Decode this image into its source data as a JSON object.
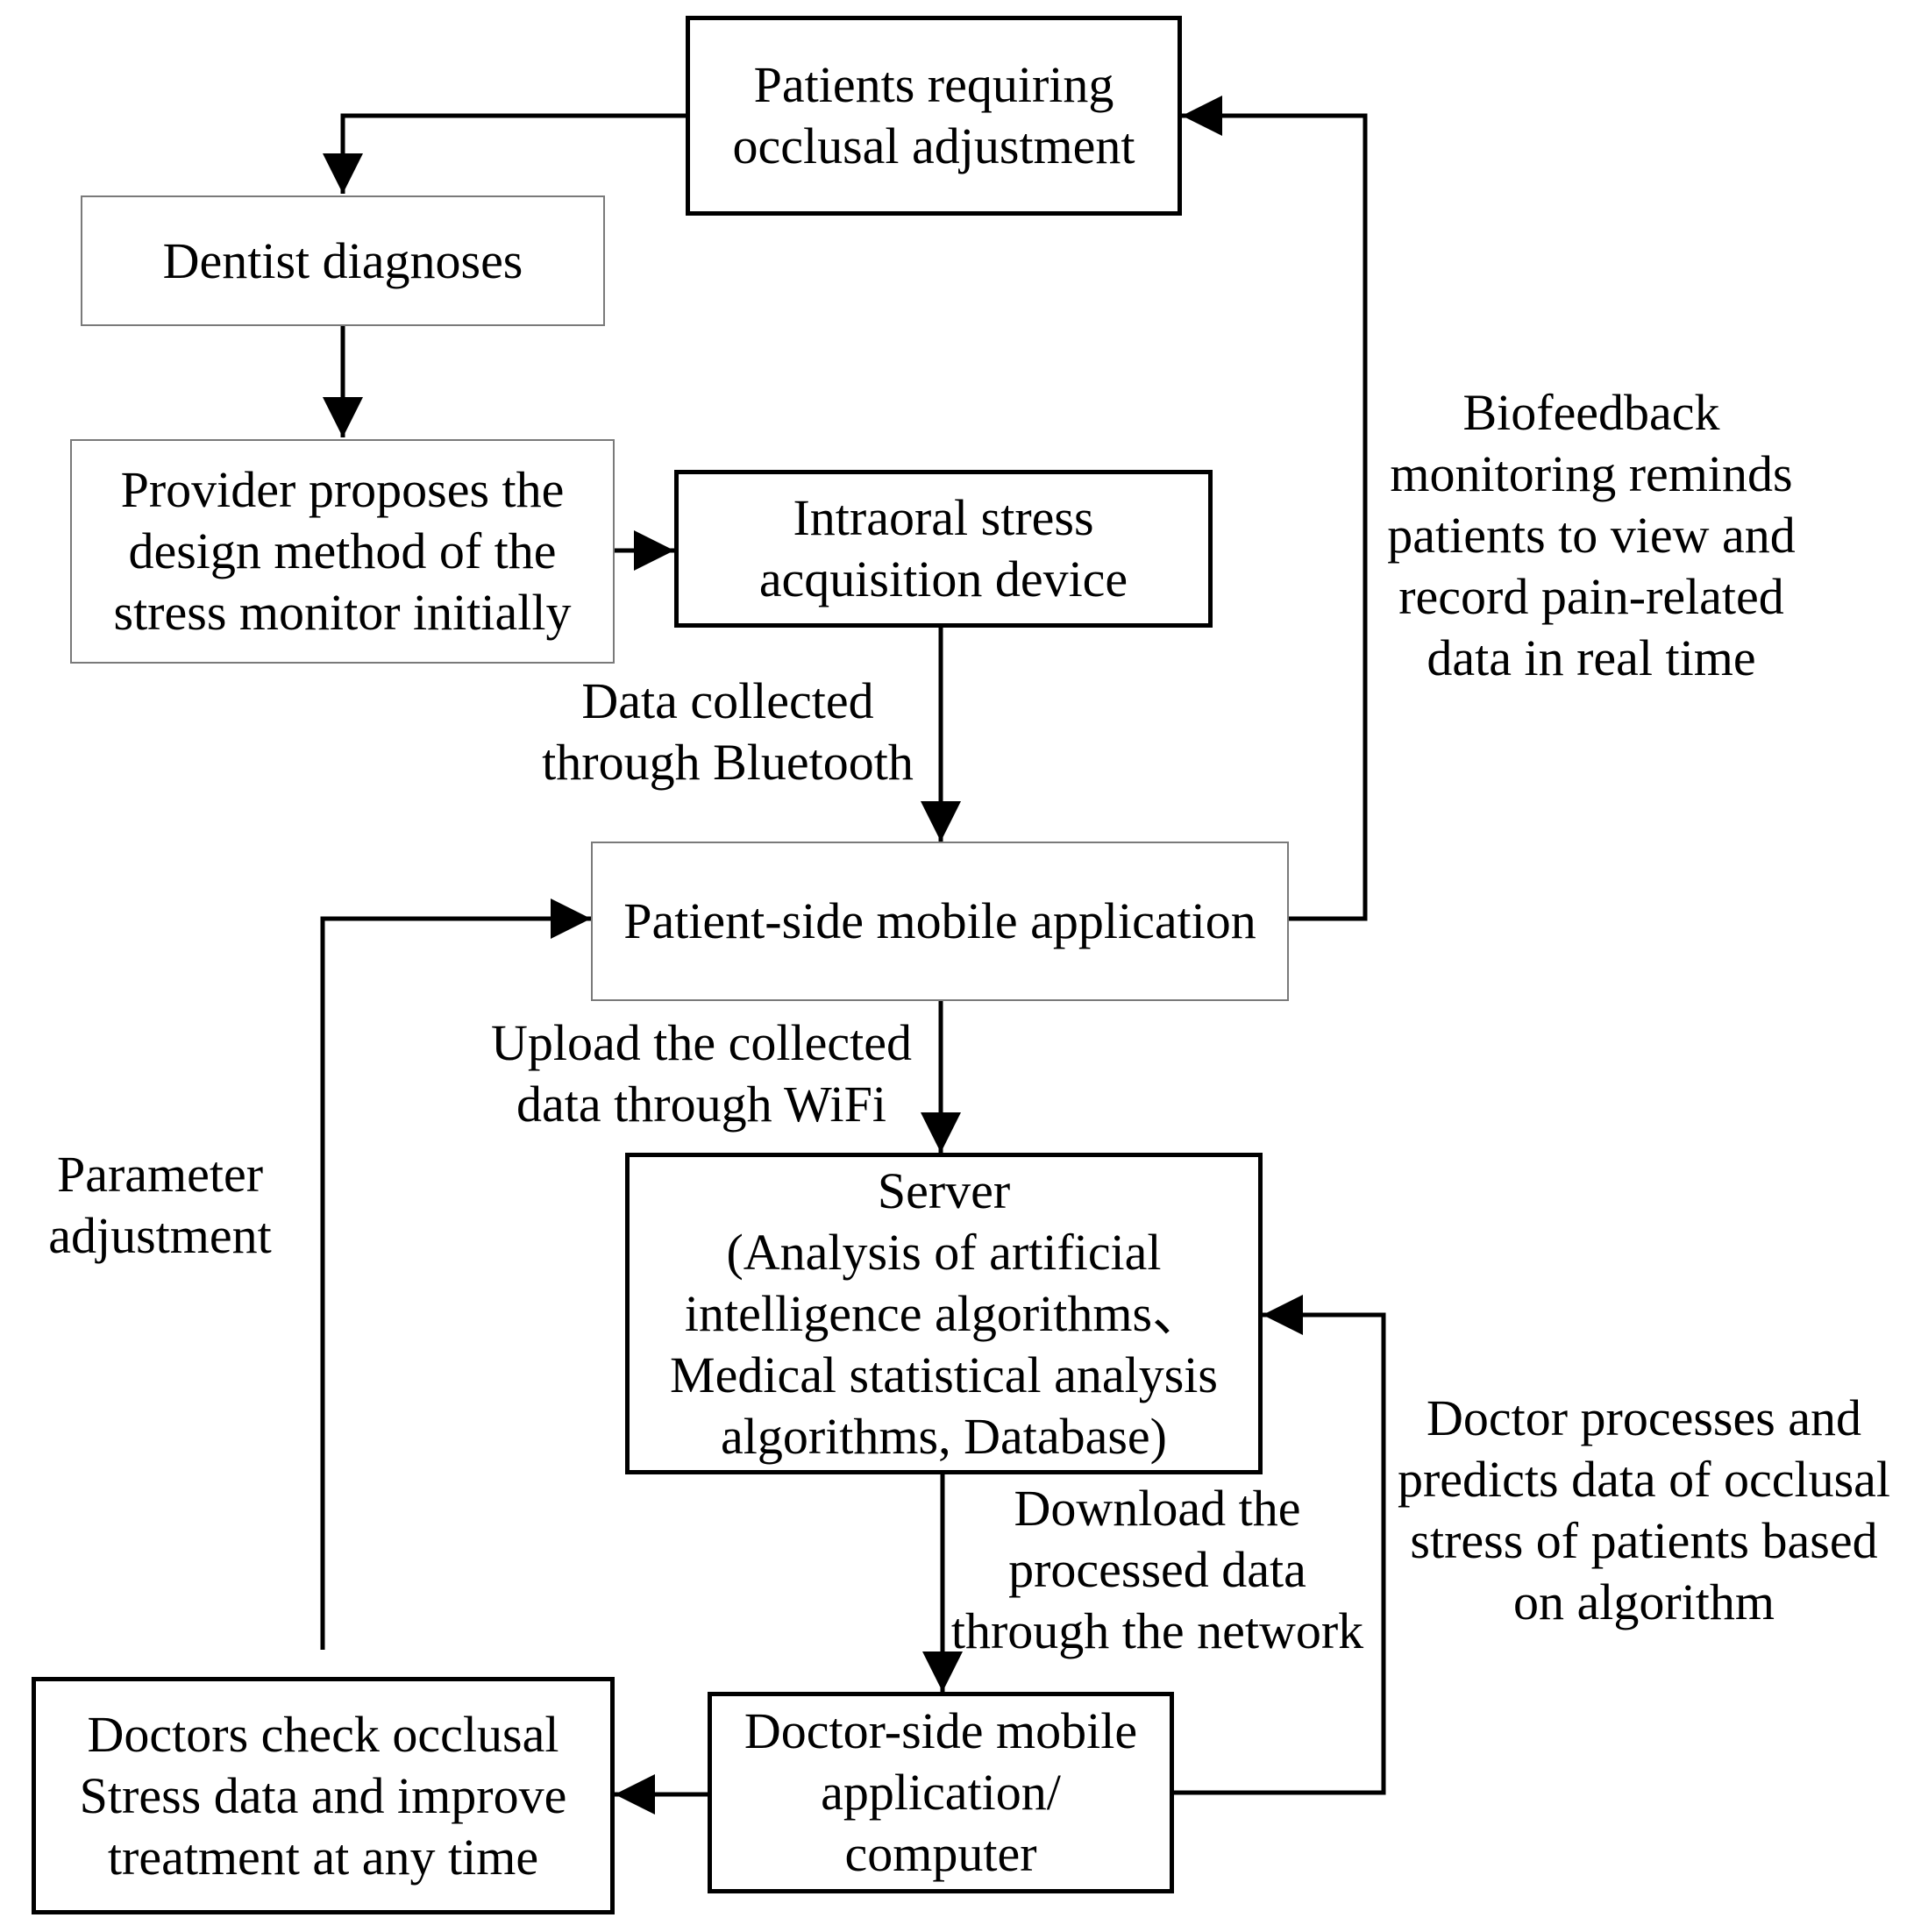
{
  "nodes": {
    "patients": {
      "lines": [
        "Patients requiring",
        "occlusal adjustment"
      ]
    },
    "dentist": {
      "lines": [
        "Dentist diagnoses"
      ]
    },
    "provider": {
      "lines": [
        "Provider proposes the",
        "design method of the",
        "stress monitor initially"
      ]
    },
    "intraoral": {
      "lines": [
        "Intraoral stress",
        "acquisition device"
      ]
    },
    "patient_app": {
      "lines": [
        "Patient-side mobile application"
      ]
    },
    "server": {
      "lines": [
        "Server",
        "(Analysis of artificial",
        "intelligence algorithms、",
        "Medical statistical analysis",
        "algorithms, Database)"
      ]
    },
    "doctor_app": {
      "lines": [
        "Doctor-side mobile",
        "application/",
        "computer"
      ]
    },
    "doctors_check": {
      "lines": [
        "Doctors check occlusal",
        "Stress data and improve",
        "treatment at any time"
      ]
    }
  },
  "edge_labels": {
    "bluetooth": {
      "lines": [
        "Data collected",
        "through Bluetooth"
      ]
    },
    "wifi": {
      "lines": [
        "Upload the collected",
        "data through WiFi"
      ]
    },
    "network": {
      "lines": [
        "Download the",
        "processed data",
        "through the network"
      ]
    },
    "biofeedback": {
      "lines": [
        "Biofeedback",
        "monitoring reminds",
        "patients to view and",
        "record pain-related",
        "data in real time"
      ]
    },
    "doctor_process": {
      "lines": [
        "Doctor processes and",
        "predicts data of occlusal",
        "stress of patients based",
        "on algorithm"
      ]
    },
    "parameter": {
      "lines": [
        "Parameter",
        "adjustment"
      ]
    }
  }
}
